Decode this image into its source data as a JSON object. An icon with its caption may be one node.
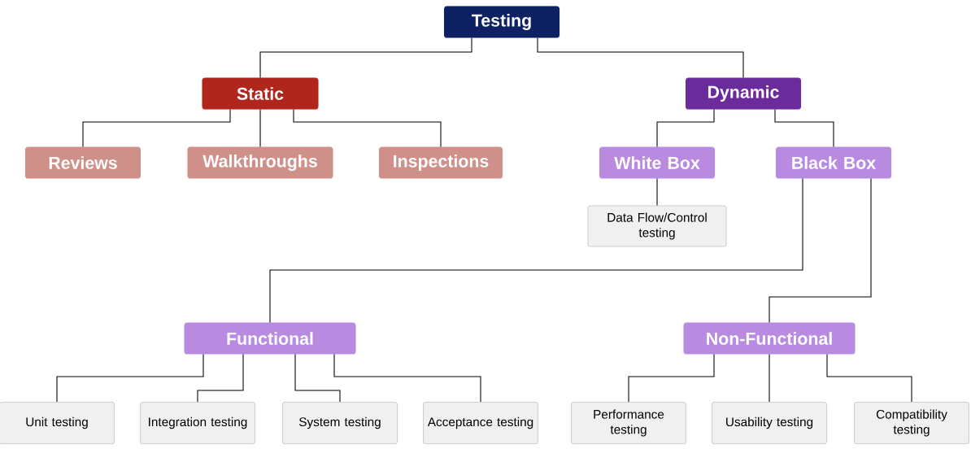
{
  "diagram": {
    "nodes": [
      {
        "text": [
          "Testing"
        ]
      },
      {
        "text": [
          "Static"
        ]
      },
      {
        "text": [
          "Dynamic"
        ]
      },
      {
        "text": [
          "Reviews"
        ]
      },
      {
        "text": [
          "Walkthroughs"
        ]
      },
      {
        "text": [
          "Inspections"
        ]
      },
      {
        "text": [
          "White Box"
        ]
      },
      {
        "text": [
          "Black Box"
        ]
      },
      {
        "text": [
          "Data Flow/Control testing"
        ]
      },
      {
        "text": [
          "Functional"
        ]
      },
      {
        "text": [
          "Non-Functional"
        ]
      },
      {
        "text": [
          "Unit testing"
        ]
      },
      {
        "text": [
          "Integration testing"
        ]
      },
      {
        "text": [
          "System testing"
        ]
      },
      {
        "text": [
          "Acceptance testing"
        ]
      },
      {
        "text": [
          "Performance testing"
        ]
      },
      {
        "text": [
          "Usability testing"
        ]
      },
      {
        "text": [
          "Compatibility testing"
        ]
      }
    ],
    "edges": [
      {
        "from": 0,
        "to": 1,
        "arrow": "none"
      },
      {
        "from": 0,
        "to": 2,
        "arrow": "none"
      },
      {
        "from": 1,
        "to": 3,
        "arrow": "none"
      },
      {
        "from": 1,
        "to": 4,
        "arrow": "none"
      },
      {
        "from": 1,
        "to": 5,
        "arrow": "none"
      },
      {
        "from": 2,
        "to": 6,
        "arrow": "none"
      },
      {
        "from": 2,
        "to": 7,
        "arrow": "none"
      },
      {
        "from": 6,
        "to": 8,
        "arrow": "none"
      },
      {
        "from": 7,
        "to": 9,
        "arrow": "none"
      },
      {
        "from": 7,
        "to": 10,
        "arrow": "none"
      },
      {
        "from": 9,
        "to": 11,
        "arrow": "none"
      },
      {
        "from": 9,
        "to": 12,
        "arrow": "none"
      },
      {
        "from": 9,
        "to": 13,
        "arrow": "none"
      },
      {
        "from": 9,
        "to": 14,
        "arrow": "none"
      },
      {
        "from": 10,
        "to": 15,
        "arrow": "none"
      },
      {
        "from": 10,
        "to": 16,
        "arrow": "none"
      },
      {
        "from": 10,
        "to": 17,
        "arrow": "none"
      }
    ]
  }
}
